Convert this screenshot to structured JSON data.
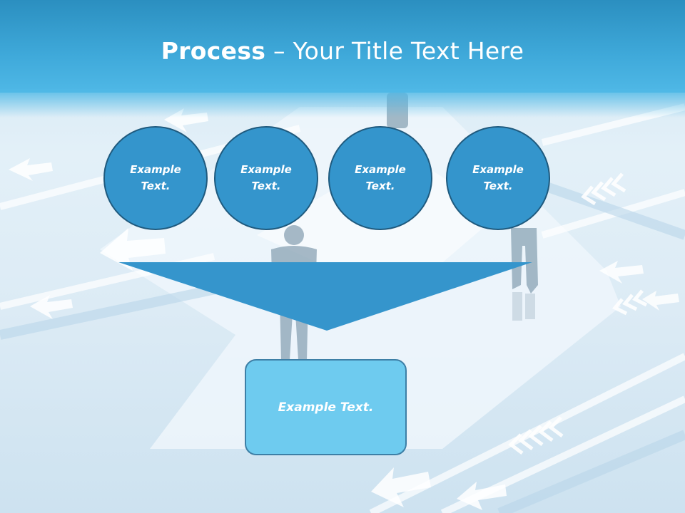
{
  "slide": {
    "title_bold": "Process",
    "title_rest": " – Your Title Text Here"
  },
  "steps": [
    {
      "label": "Example Text."
    },
    {
      "label": "Example Text."
    },
    {
      "label": "Example Text."
    },
    {
      "label": "Example Text."
    }
  ],
  "result": {
    "label": "Example Text."
  },
  "colors": {
    "header": "#3fa9da",
    "circle_fill": "#3495cc",
    "circle_border": "#1f5a7e",
    "funnel": "#3595cc",
    "result_fill": "#6ecbef"
  }
}
